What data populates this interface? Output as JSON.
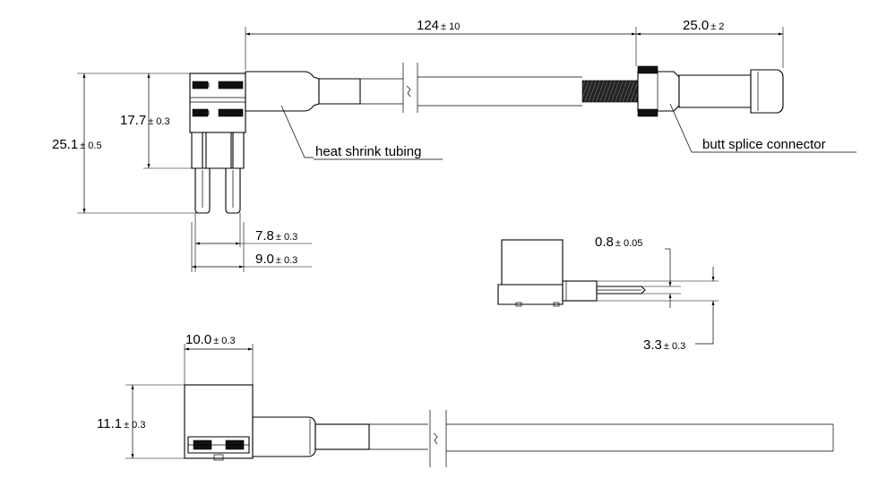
{
  "dimensions": {
    "cable_length": {
      "value": "124",
      "tol": "± 10"
    },
    "connector_length": {
      "value": "25.0",
      "tol": "± 2"
    },
    "overall_height": {
      "value": "25.1",
      "tol": "± 0.5"
    },
    "body_height": {
      "value": "17.7",
      "tol": "± 0.3"
    },
    "blade_span_inner": {
      "value": "7.8",
      "tol": "± 0.3"
    },
    "blade_span_outer": {
      "value": "9.0",
      "tol": "± 0.3"
    },
    "blade_thickness": {
      "value": "0.8",
      "tol": "± 0.05"
    },
    "body_thickness": {
      "value": "3.3",
      "tol": "± 0.3"
    },
    "top_width": {
      "value": "10.0",
      "tol": "± 0.3"
    },
    "top_height": {
      "value": "11.1",
      "tol": "± 0.3"
    }
  },
  "labels": {
    "heat_shrink": "heat shrink tubing",
    "butt_splice": "butt splice connector"
  }
}
